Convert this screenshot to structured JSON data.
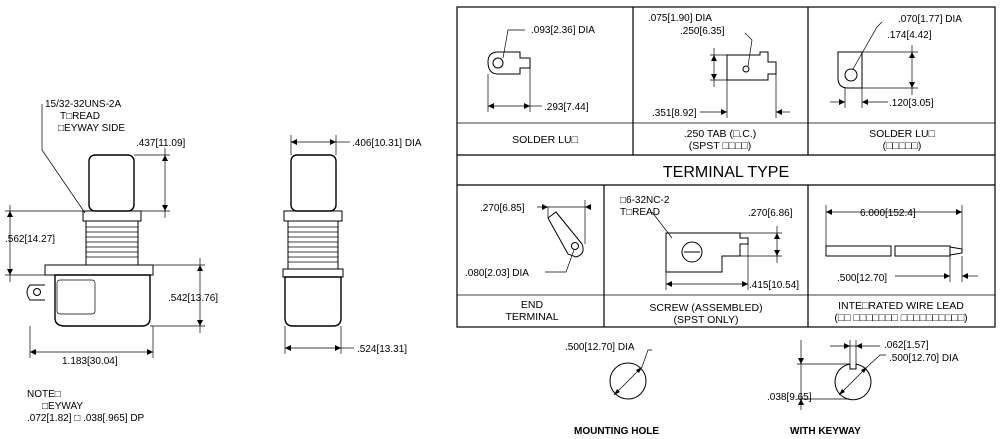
{
  "left_views": {
    "thread_note": [
      "15/32-32UNS-2A",
      "T□READ",
      "□EYWAY SIDE"
    ],
    "dim_cap_height": ".437[11.09]",
    "dim_bushing_height": ".562[14.27]",
    "dim_body_height": ".542[13.76]",
    "dim_overall_width": "1.183[30.04]",
    "dim_cap_dia": ".406[10.31] DIA",
    "dim_body_width": ".524[13.31]",
    "note": [
      "NOTE□",
      "□EYWAY",
      ".072[1.82] □ .038[.965] DP"
    ]
  },
  "terminal_table": {
    "title": "TERMINAL TYPE",
    "cells": [
      {
        "caption": [
          "SOLDER LU□"
        ],
        "dims": [
          ".093[2.36] DIA",
          ".293[7.44]"
        ]
      },
      {
        "caption": [
          ".250 TAB (□.C.)",
          "(SPST □□□□)"
        ],
        "dims": [
          ".075[1.90] DIA",
          ".250[6.35]",
          ".351[8.92]"
        ]
      },
      {
        "caption": [
          "SOLDER LU□",
          "(□□□□□)"
        ],
        "dims": [
          ".070[1.77] DIA",
          ".174[4.42]",
          ".120[3.05]"
        ]
      },
      {
        "caption": [
          "END",
          "TERMINAL"
        ],
        "dims": [
          ".270[6.85]",
          ".080[2.03] DIA"
        ]
      },
      {
        "caption": [
          "SCREW (ASSEMBLED)",
          "(SPST ONLY)"
        ],
        "dims": [
          "□6-32NC-2",
          "T□READ",
          ".270[6.86]",
          ".415[10.54]"
        ]
      },
      {
        "caption": [
          "INTE□RATED WIRE LEAD",
          "(□□ □□□□□□□ □□□□□□□□□□)"
        ],
        "dims": [
          "6.000[152.4]",
          ".500[12.70]"
        ]
      }
    ]
  },
  "mounting": {
    "hole_dim": ".500[12.70] DIA",
    "hole_label": "MOUNTING HOLE",
    "keyway_dims": [
      ".062[1.57]",
      ".500[12.70] DIA",
      ".038[9.65]"
    ],
    "keyway_label": "WITH KEYWAY"
  }
}
